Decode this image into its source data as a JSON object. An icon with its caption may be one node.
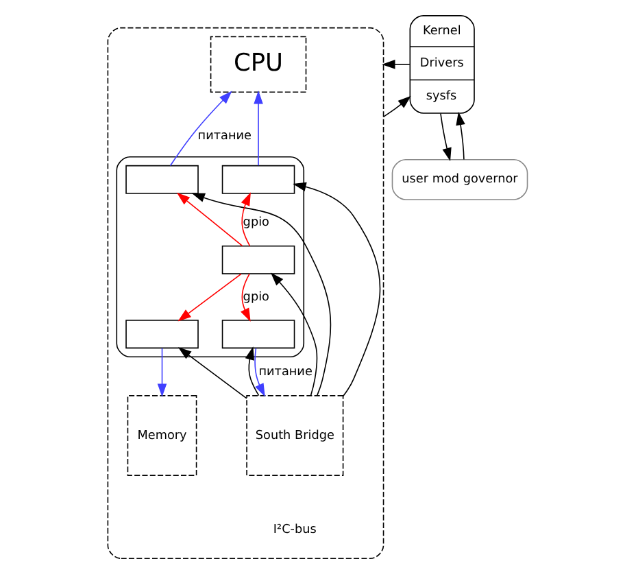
{
  "diagram": {
    "nodes": [
      {
        "text": [],
        "shape": "box"
      },
      {
        "text": [
          "CPU"
        ],
        "in": 0
      },
      {
        "text": [],
        "shape": "box",
        "in": 0
      },
      {
        "text": [],
        "shape": "box",
        "in": 2
      },
      {
        "text": [],
        "shape": "box",
        "in": 2
      },
      {
        "text": [],
        "shape": "box",
        "in": 2
      },
      {
        "text": [],
        "shape": "box",
        "in": 2
      },
      {
        "text": [],
        "shape": "box",
        "in": 2
      },
      {
        "text": [
          "South Bridge"
        ],
        "in": 0
      },
      {
        "text": [
          "Memory"
        ],
        "in": 0
      },
      {
        "text": [
          "Kernel",
          "Drivers",
          "sysfs"
        ]
      },
      {
        "text": [
          "user mod governor"
        ]
      }
    ],
    "edges": [
      {
        "from": 3,
        "to": 1,
        "arrow": "to",
        "label": "питание",
        "color": "#4040ff"
      },
      {
        "from": 4,
        "to": 1,
        "arrow": "to",
        "color": "#4040ff"
      },
      {
        "from": 5,
        "to": 3,
        "arrow": "to",
        "color": "#ff0000"
      },
      {
        "from": 5,
        "to": 4,
        "arrow": "to",
        "label": "gpio",
        "color": "#ff0000"
      },
      {
        "from": 5,
        "to": 6,
        "arrow": "to",
        "label": "gpio",
        "color": "#ff0000"
      },
      {
        "from": 5,
        "to": 7,
        "arrow": "to",
        "color": "#ff0000"
      },
      {
        "from": 6,
        "to": 8,
        "arrow": "to",
        "label": "питание",
        "color": "#4040ff"
      },
      {
        "from": 7,
        "to": 9,
        "arrow": "to",
        "color": "#4040ff"
      },
      {
        "from": 8,
        "to": 3,
        "arrow": "to"
      },
      {
        "from": 8,
        "to": 5,
        "arrow": "to"
      },
      {
        "from": 8,
        "to": 6,
        "arrow": "to"
      },
      {
        "from": 8,
        "to": 4,
        "arrow": "to"
      },
      {
        "from": 8,
        "to": 7,
        "arrow": "to"
      },
      {
        "from": 10,
        "to": 0,
        "arrow": "to"
      },
      {
        "from": 0,
        "to": 10,
        "arrow": "to"
      },
      {
        "from": 10,
        "to": 11,
        "arrow": "to"
      },
      {
        "from": 11,
        "to": 10,
        "arrow": "to"
      }
    ],
    "labels": [
      "I²C-bus"
    ]
  }
}
